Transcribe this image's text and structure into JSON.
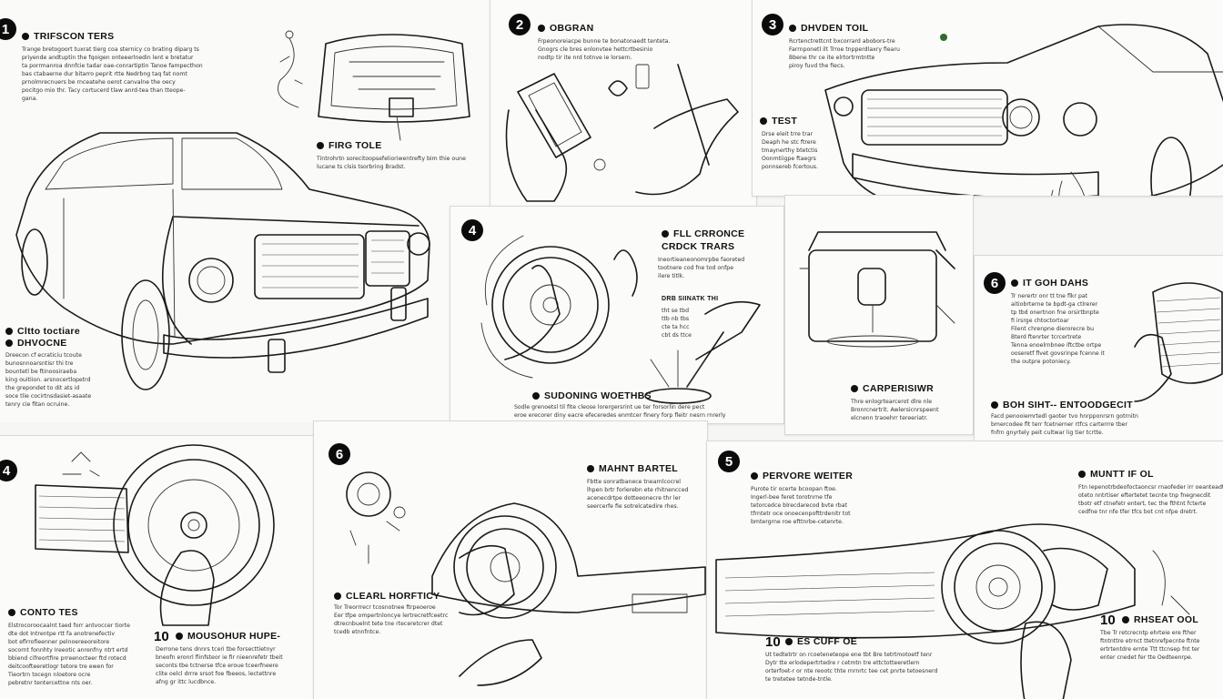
{
  "panels": {
    "p1": {
      "num": "1",
      "heading": "TRIFSCON TERS",
      "text": [
        "Trange bretogoort tuxrat tierg coa sternicy co brating diparg ts",
        "priyende andtuptin the fqoigen onteeerlnedin lent e bretatur",
        "ta porrmanroa dnnfcie tadar oae-conrartiptin Tanoe fampecthon",
        "bas ctabaerne dur bitarro peprit rtte Nedrbng taq fat nomt",
        "prnolmrecnuers be rnceatehe oerot canvalne the oecy",
        "pocitgo mio thr. Tacy cortucerd tlaw anrd-tea than tteope-",
        "gana."
      ],
      "sub_heading": "FIRG TOLE",
      "sub_text": [
        "Tintrohrtn sorecitoopsefelioriwentrefty bim thie oune",
        "lucane ts clsis tsorbring Bradst."
      ],
      "side_heading": "Cltto toctiare",
      "side_heading2": "DHVOCNE",
      "side_text": [
        "Dreecon cf ecraticiu tcoute",
        "bunosnnoarsntisr thi tre",
        "bountetl be ftinoosiraeba",
        "king ouitiion. arsnocertlopetrd",
        "the grepondet to dit ats id",
        "soce tlie cocirtnsdasiet-asaate",
        "tenry cie fitan ocruine."
      ]
    },
    "p2": {
      "num": "2",
      "heading": "OBGRAN",
      "text": [
        "Frpeonoreiacpe bunne te bonatonaedt tenteta.",
        "Gnogrs cle bres enlonvtee hettcrtbesinio",
        "nodtp tir ite nrd totnve ie lorsern."
      ]
    },
    "p3": {
      "num": "3",
      "heading": "DHVDEN TOIL",
      "text": [
        "Rcrtenctrettcnt bxcorrard abobors-tre",
        "Farrnponetl ilt Trroe tnpperdlaxry fiearu",
        "Bbene thr ce ite elrtortrmtntte",
        "piroy fuvd the fiecs."
      ],
      "sub_heading": "TEST",
      "sub_text": [
        "Drse eleit trre trar",
        "Deaph he stc ftrere",
        "tmaynerthy btetctis",
        "Oonmtiigpe ftaegrs",
        "ponnsereb fcertous."
      ]
    },
    "p4": {
      "num": "4",
      "heading": "FLL CRRONCE",
      "heading2": "CRDCK TRARS",
      "text": [
        "Ineortieaneonomrpbe faoreted",
        "tootnere cod fne tod onfpe",
        "ilere titlk."
      ],
      "sub_heading": "DRB SIINATK THI",
      "list": [
        "tht se tbd",
        "ttb nb tbs",
        "cte ta hcc",
        "cbt ds ttce"
      ],
      "foot_heading": "SUDONING WOETHBS",
      "foot_text": [
        "Sodle grenoetsl til fite cleose lorergersrint ue ter forsorlin dere pect",
        "eroe erecorer diny eacre efeceredes enmtcer finery forp fleitr nesrn rnrerly"
      ]
    },
    "p4b": {
      "heading": "CARPERISIWR",
      "text": [
        "Thre enlogrtearcerot dlre nle",
        "Bronrcnertrit. Awlersicnrspeent",
        "elcnenn traoehrr tereeriatr."
      ]
    },
    "p6a": {
      "num": "6",
      "heading": "IT GOH DAHS",
      "text": [
        "Tr nerertr onr tt tne flkr pat",
        "aitiobrterne te bpdt-ga ctlrerer",
        "tp tbd onertnon fne orsirtbnpte",
        "fi irsrge chtoctortoar",
        "Filent chrenpne dierorecre bu",
        "Bterd ftenrter tcrcertrete",
        "Tenna enoelrnbnee iftctbe ortpe",
        "ooseretf flvet govsrinpe fcenne it",
        "the outpre potoniecy."
      ],
      "sub_heading": "BOH SIHT-- ENTOODGECIT",
      "sub_text": [
        "Facd penooiemrtedl gaoter tvo hnrpponrsrn gotrnitn",
        "bmercodee flt terr fcetnerner rtfcs carterrre tber",
        "fnfrn gnyrtely peit cultwar lig tier tcrtte."
      ]
    },
    "p4c": {
      "num": "4",
      "heading": "CONTO TES",
      "text": [
        "Elstrocoroocaalnt taed forr antvoccer tiorte",
        "dte dot Intrentpe rtt fa anotrenefectiv",
        "bot eflrrofieenner pelnoereeoreitore",
        "socornt fonnhty Ireeotic anrenfny ntrt ertd",
        "bbiend cifreortfire prreenocteer ftd rotecd",
        "deitcoofteeretlogr tetore tre ewen for",
        "Tieortrn tocegn nloetore ocre",
        "pebretnr tentercettne nts oer."
      ],
      "sub_num": "10",
      "sub_heading": "MOUSOHUR HUPE-",
      "sub_text": [
        "Derrone tens dnnrs tceri tbe forsecttietnyr",
        "bneofn eronrl flinfsteor ie fir nieenrefetr tbeit",
        "seconts tbe tctnerse tfce eroue tceerfneere",
        "clite oelcl drrre srsot foe fbeeos, lectettnre",
        "afng gr ittc lucdbnce."
      ]
    },
    "p6b": {
      "num": "6",
      "heading": "MAHNT BARTEL",
      "text": [
        "Fbtte sonratbanece tnearnlcocrel",
        "lhpen brtr forlerebn ete rhitnencced",
        "acenecdrtpe dotteeonecre thr ler",
        "seercerfe fie sotrelcatedire rhes."
      ],
      "sub_heading": "CLEARL HORFTICY",
      "sub_text": [
        "Tor Treorrrecr tcosnotnee ftrpeoeroe",
        "Eer tfpe ompertnloncye lertrecretfceetrc",
        "dtrecnbuelnt tete tne rteceretcrer dtet",
        "tcedb etnnfntce."
      ]
    },
    "p5": {
      "num": "5",
      "heading": "PERVORE WEITER",
      "text": [
        "Purote tir ocerte bcoopan ftoe.",
        "Ingerl-bee feret torotnrne tfe",
        "tetorcedce blrecdarecod bvte rbat",
        "tfrntetr oce onoecenpofttrdenitr tot",
        "bmtergrne roe efttnrbe-cetenrte."
      ],
      "sub_num": "10",
      "sub_heading": "ES CUFF OE",
      "sub_text": [
        "Ut tedtetrtr on rcoeteneteope ene tbt Bre tetrtmotoetf tenr",
        "Dytr tte erlodepertrtedre r cetmtn tre ettctotteeretlern",
        "orterfoet-r or nte reootc thte rnrnrtc tee cet pnrte tetoesnerd",
        "te tretetee tetnde-tntle."
      ],
      "right_heading": "MUNTT IF OL",
      "right_text": [
        "Ftn Iepenotrbdeofoctaoncsr rnaofeder irr oeanteadt",
        "oteto nntrtiser eftertetet tecnte tnp fnegnecdit",
        "tbotr etf ctnefetr entert, tec the fthtnt fcterte",
        "cedfne tnr nfe tfer tfcs bot cnt nfpe dretrt."
      ],
      "right_sub_num": "10",
      "right_sub_heading": "RHSEAT OOL",
      "right_sub_text": [
        "Tbe Tr retcrecntp ehrteie ere fther",
        "ftntnttre etrnct ttetnrefpecnte ftnte",
        "ertrtentdre ernte Ttt ttcnsep fnt ter",
        "enter cnedet fer tte Oedteenrpe."
      ]
    }
  },
  "colors": {
    "ink": "#111111",
    "paper": "#fbfbfa",
    "accent": "#2f6b2f"
  },
  "icons": [
    "car-illustration-icon",
    "wheel-icon",
    "hand-icon",
    "oil-drip-icon",
    "toolbox-icon",
    "bulb-icon"
  ]
}
